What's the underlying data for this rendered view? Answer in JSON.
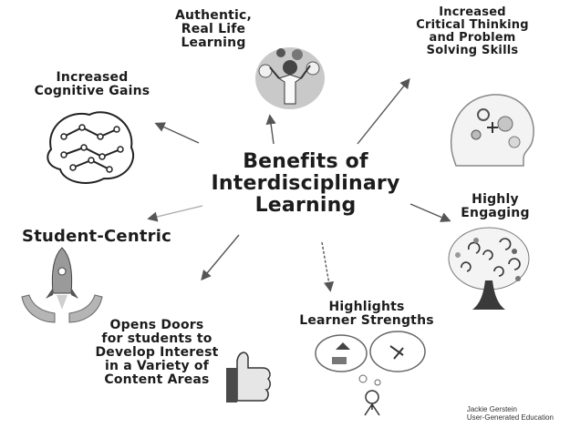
{
  "title": "Benefits of\nInterdisciplinary\nLearning",
  "benefits": {
    "authentic": "Authentic,\nReal Life\nLearning",
    "critical": "Increased\nCritical Thinking\nand Problem\nSolving Skills",
    "cognitive": "Increased\nCognitive Gains",
    "student": "Student-Centric",
    "engaging": "Highly\nEngaging",
    "strengths": "Highlights\nLearner Strengths",
    "doors": "Opens Doors\nfor students to\nDevelop Interest\nin a Variety of\nContent Areas"
  },
  "credit": {
    "name": "Jackie Gerstein",
    "blog": "User-Generated Education"
  },
  "icons": [
    "juggling-person-icon",
    "head-gears-icon",
    "brain-network-icon",
    "rocket-hands-icon",
    "swirl-tree-icon",
    "thought-bubbles-icon",
    "thumbs-up-icon"
  ]
}
